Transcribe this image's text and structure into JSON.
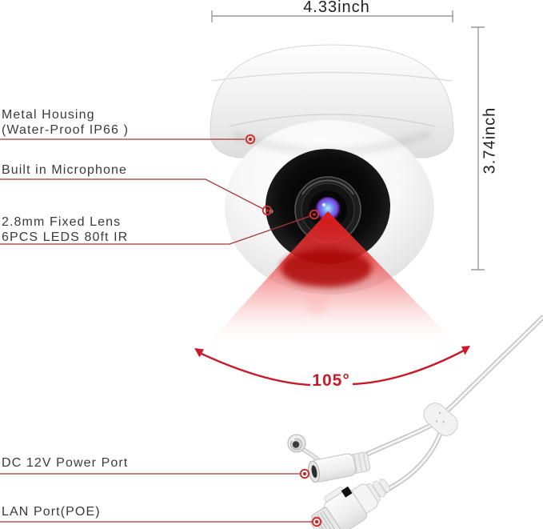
{
  "dimensions": {
    "width": "4.33inch",
    "height": "3.74inch"
  },
  "callouts": {
    "metal_housing": {
      "line1": "Metal Housing",
      "line2": "(Water-Proof IP66 )"
    },
    "microphone": {
      "line1": "Built in Microphone"
    },
    "lens": {
      "line1": "2.8mm Fixed Lens",
      "line2": "6PCS LEDS 80ft IR"
    },
    "power": {
      "line1": "DC 12V Power Port"
    },
    "lan": {
      "line1": "LAN Port(POE)"
    }
  },
  "beam": {
    "angle": "105°"
  },
  "colors": {
    "callout_red": "#a83636",
    "accent_red": "#c81a28",
    "beam_red": "#e01616",
    "dimension_gray": "#9a9a9a",
    "label_text": "#3a3a3a"
  }
}
